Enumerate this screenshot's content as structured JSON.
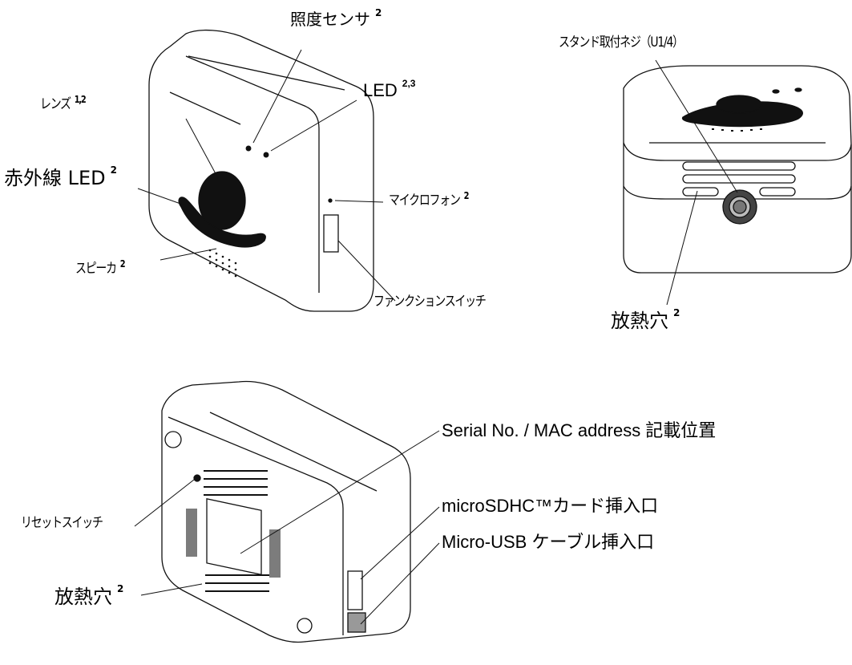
{
  "labels": {
    "illuminance_sensor": "照度センサ",
    "illuminance_sensor_note": "2",
    "led": "LED",
    "led_note": "2,3",
    "lens": "レンズ",
    "lens_note": "1,2",
    "infrared_led": "赤外線 LED",
    "infrared_led_note": "2",
    "microphone": "マイクロフォン",
    "microphone_note": "2",
    "speaker": "スピーカ",
    "speaker_note": "2",
    "function_switch": "ファンクションスイッチ",
    "stand_screw": "スタンド取付ネジ（U1/4）",
    "heat_vent_top": "放熱穴",
    "heat_vent_top_note": "2",
    "serial_mac": "Serial No. / MAC address 記載位置",
    "microsd_slot": "microSDHC™カード挿入口",
    "usb_port": "Micro-USB ケーブル挿入口",
    "reset_switch": "リセットスイッチ",
    "heat_vent_back": "放熱穴",
    "heat_vent_back_note": "2"
  }
}
